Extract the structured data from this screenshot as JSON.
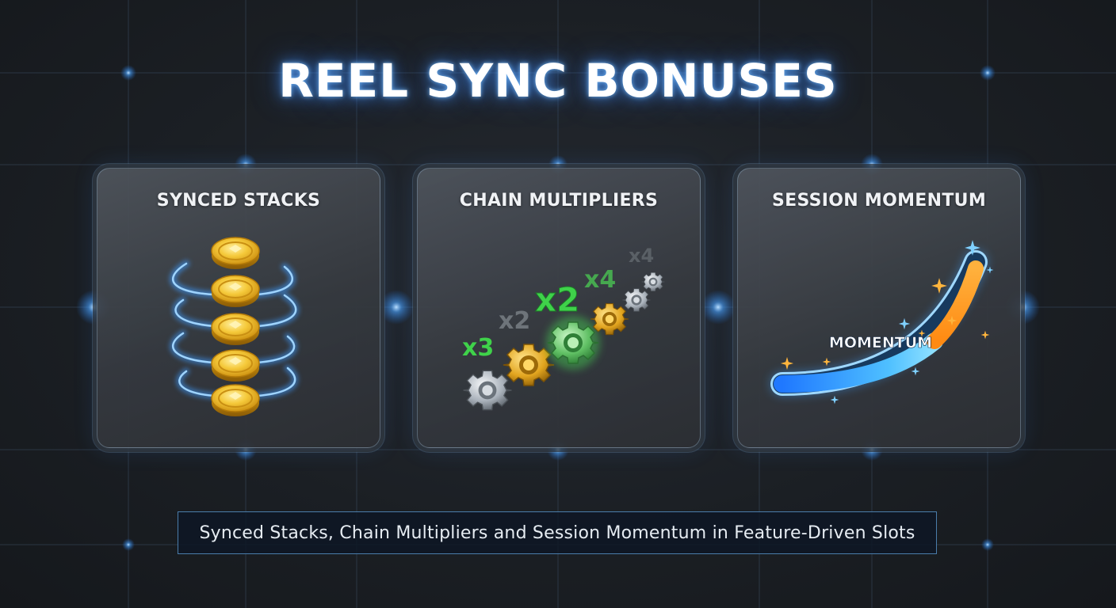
{
  "title": "REEL SYNC BONUSES",
  "cards": [
    {
      "title": "SYNCED STACKS",
      "icon": "stacked-gold-coins-icon"
    },
    {
      "title": "CHAIN MULTIPLIERS",
      "icon": "gear-chain-icon",
      "multipliers": [
        "x3",
        "x2",
        "x2",
        "x4",
        "x4"
      ]
    },
    {
      "title": "SESSION MOMENTUM",
      "icon": "momentum-bar-icon",
      "bar_label": "MOMENTUM"
    }
  ],
  "caption": "Synced Stacks, Chain Multipliers and Session Momentum in Feature-Driven Slots",
  "colors": {
    "background": "#1b1f24",
    "title_glow": "#4696ff",
    "coin_gold": "#f2c12e",
    "multiplier_green": "#3fd24a",
    "momentum_blue": "#2f9dff",
    "momentum_orange": "#ff9a1f",
    "caption_border": "#4a7dab"
  }
}
